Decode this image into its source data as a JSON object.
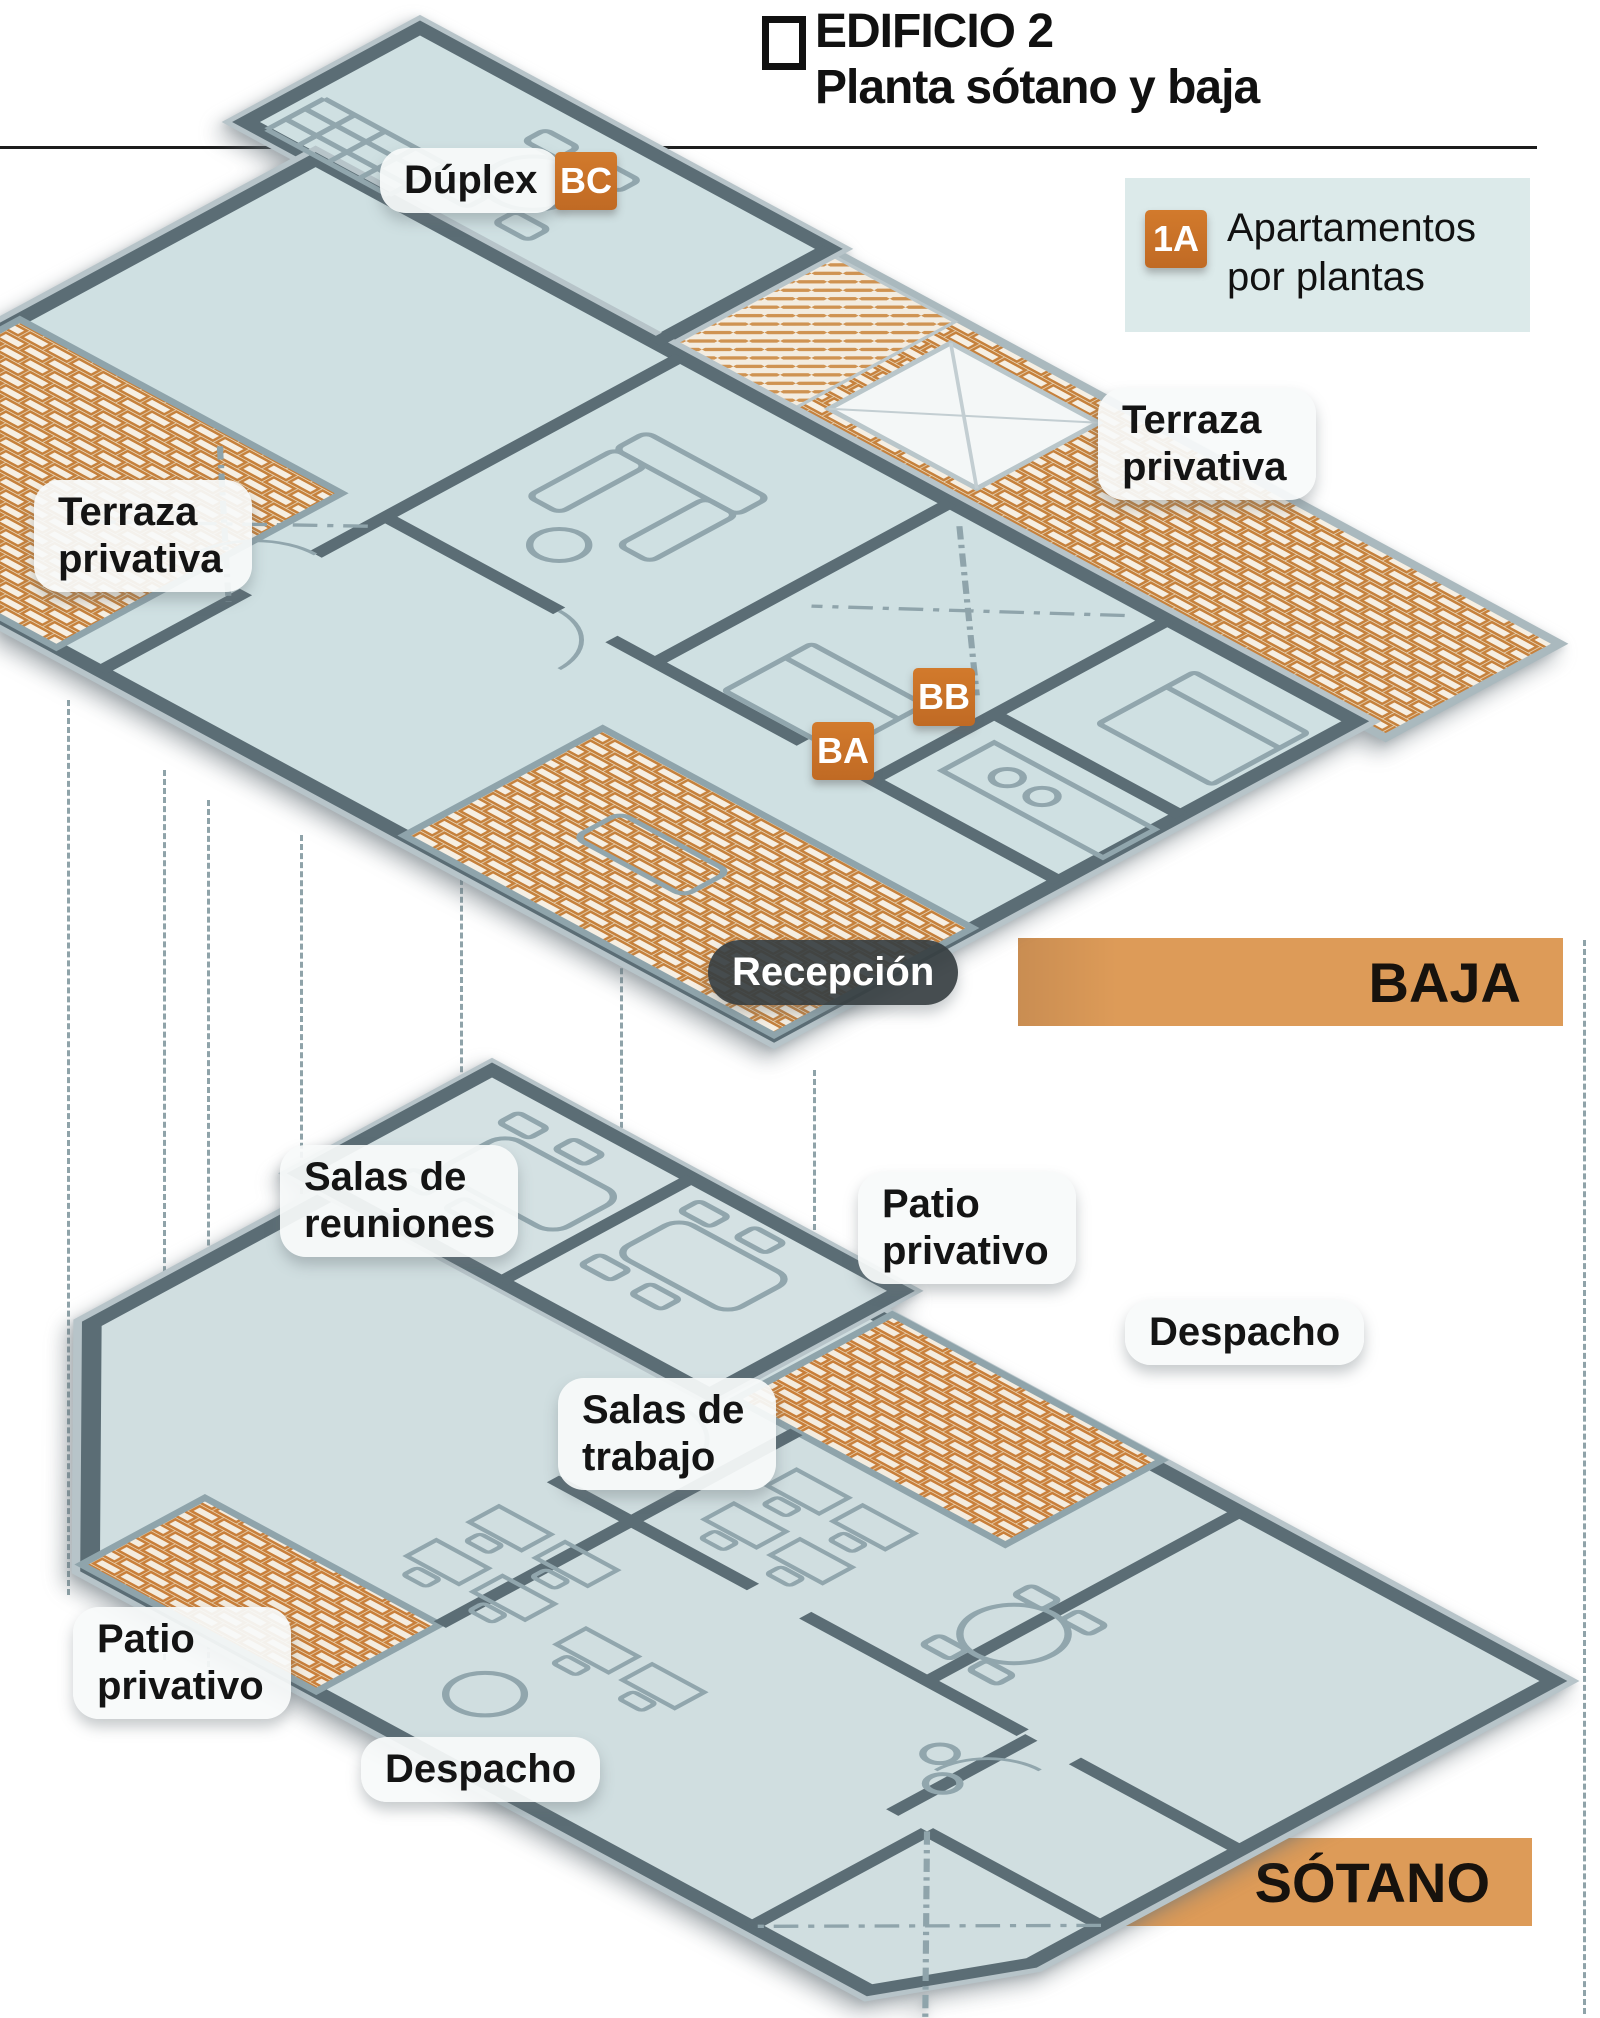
{
  "header": {
    "title_line1": "EDIFICIO 2",
    "title_line2": "Planta sótano y baja"
  },
  "legend": {
    "badge": "1A",
    "label": "Apartamentos por plantas"
  },
  "baja": {
    "banner": "BAJA",
    "labels": {
      "duplex": "Dúplex",
      "terraza_right": "Terraza privativa",
      "terraza_left": "Terraza privativa",
      "recepcion": "Recepción"
    },
    "badges": {
      "bc": "BC",
      "bb": "BB",
      "ba": "BA"
    }
  },
  "sotano": {
    "banner": "SÓTANO",
    "labels": {
      "salas_reuniones": "Salas de reuniones",
      "patio_right": "Patio privativo",
      "despacho_right": "Despacho",
      "salas_trabajo": "Salas de trabajo",
      "patio_left": "Patio privativo",
      "despacho_left": "Despacho"
    }
  },
  "colors": {
    "accent_orange": "#c9742c",
    "banner_orange": "#dd9b58",
    "floor": "#cfe0e2",
    "wall": "#5b6d75",
    "brick_line": "#c6813c",
    "plant_green": "#2f9e45",
    "legend_bg": "#dceaea",
    "recepcion_bg": "#383f43"
  }
}
